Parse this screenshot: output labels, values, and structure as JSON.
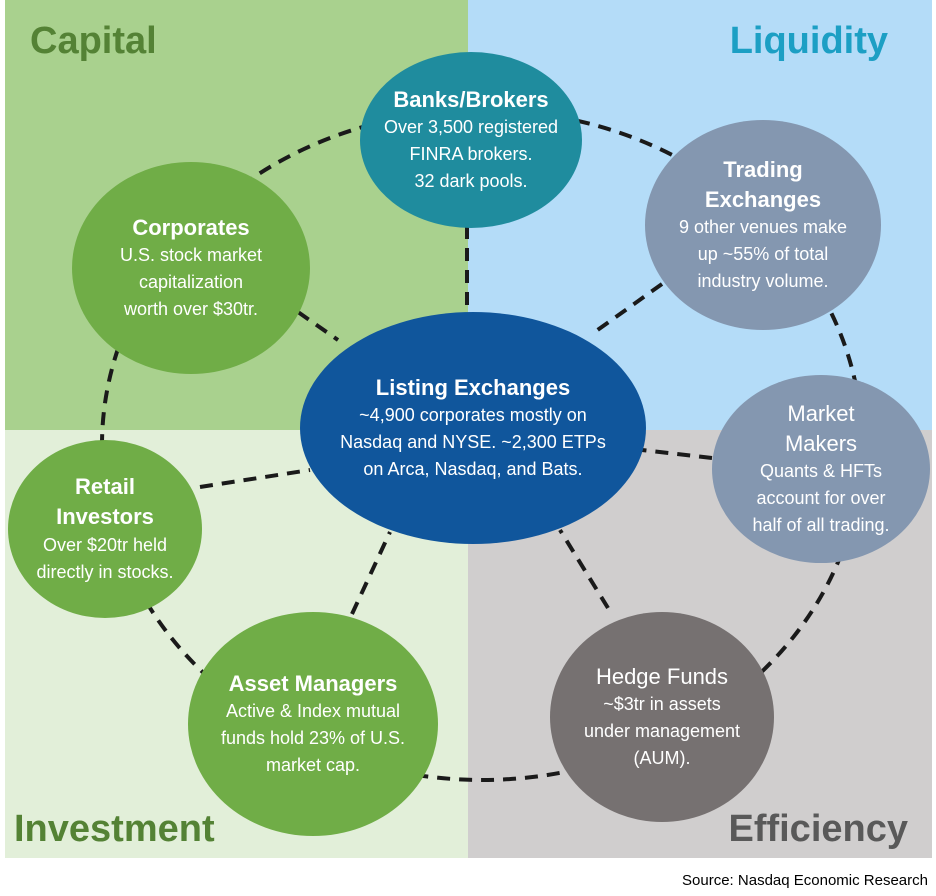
{
  "quadrants": {
    "capital": "Capital",
    "liquidity": "Liquidity",
    "investment": "Investment",
    "efficiency": "Efficiency"
  },
  "nodes": {
    "banks": {
      "title": "Banks/Brokers",
      "desc": [
        "Over 3,500 registered",
        "FINRA brokers.",
        "32 dark pools."
      ]
    },
    "trading": {
      "title": [
        "Trading",
        "Exchanges"
      ],
      "desc": [
        "9 other venues make",
        "up ~55% of total",
        "industry volume."
      ]
    },
    "corporates": {
      "title": "Corporates",
      "desc": [
        "U.S. stock market",
        "capitalization",
        "worth over $30tr."
      ]
    },
    "listing": {
      "title": "Listing Exchanges",
      "desc": [
        "~4,900 corporates mostly on",
        "Nasdaq and NYSE. ~2,300 ETPs",
        "on Arca, Nasdaq, and Bats."
      ]
    },
    "market": {
      "title": [
        "Market",
        "Makers"
      ],
      "desc": [
        "Quants & HFTs",
        "account for over",
        "half of all trading."
      ]
    },
    "retail": {
      "title": [
        "Retail",
        "Investors"
      ],
      "desc": [
        "Over $20tr held",
        "directly in stocks."
      ]
    },
    "asset": {
      "title": "Asset Managers",
      "desc": [
        "Active & Index mutual",
        "funds hold 23% of U.S.",
        "market cap."
      ]
    },
    "hedge": {
      "title": "Hedge Funds",
      "desc": [
        "~$3tr in assets",
        "under management",
        "(AUM)."
      ]
    }
  },
  "source": "Source: Nasdaq Economic Research",
  "colors": {
    "capital_bg": "#a9d18e",
    "liquidity_bg": "#b4dcf8",
    "investment_bg": "#e2efd9",
    "efficiency_bg": "#d0cece",
    "green_node": "#70ad47",
    "teal_node": "#1f8c9e",
    "slate_node": "#8497b0",
    "navy_node": "#10569c",
    "gray_node": "#767171"
  }
}
